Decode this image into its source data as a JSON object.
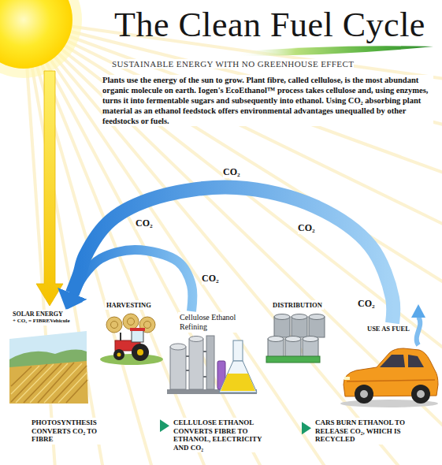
{
  "diagram": {
    "title": "The Clean Fuel Cycle",
    "nodes": [
      {
        "text": [
          "SOLAR ENERGY",
          "+ CO₂ = FIBREVehicule"
        ]
      },
      {
        "text": [
          "HARVESTING"
        ]
      },
      {
        "text": [
          "Cellulose Ethanol Refining"
        ]
      },
      {
        "text": [
          "DISTRIBUTION"
        ]
      },
      {
        "text": [
          "USE AS FUEL"
        ]
      },
      {
        "text": [
          "PHOTOSYNTHESIS CONVERTS CO₂ TO FIBRE"
        ]
      },
      {
        "text": [
          "CELLULOSE ETHANOL CONVERTS FIBRE TO ETHANOL, ELECTRICITY AND CO₂"
        ]
      },
      {
        "text": [
          "CARS BURN ETHANOL TO RELEASE CO₂, WHICH IS RECYCLED"
        ]
      }
    ],
    "edges": [
      {
        "from": 5,
        "to": 6,
        "arrow": "to"
      },
      {
        "from": 6,
        "to": 7,
        "arrow": "to"
      },
      {
        "from": 2,
        "to": 0,
        "label": "CO₂",
        "arrow": "to"
      },
      {
        "from": 4,
        "to": 0,
        "label": "CO₂",
        "arrow": "to"
      }
    ],
    "labels": [
      "SUSTAINABLE ENERGY WITH NO GREENHOUSE EFFECT",
      "Plants use the energy of the sun to grow. Plant fibre, called cellulose, is the most abundant organic molecule on earth. Iogen's EcoEthanol™ process takes cellulose and, using enzymes, turns it into fermentable sugars and subsequently into ethanol. Using CO₂ absorbing plant material as an ethanol feedstock offers environmental advantages unequalled by other feedstocks or fuels.",
      "CO₂",
      "CO₂",
      "CO₂"
    ]
  }
}
